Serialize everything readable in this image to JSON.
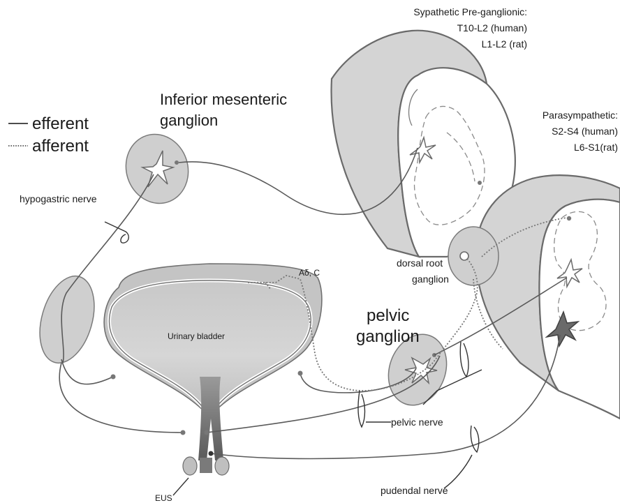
{
  "labels": {
    "sympathetic_line1": "Sypathetic Pre-ganglionic:",
    "sympathetic_line2": "T10-L2 (human)",
    "sympathetic_line3": "L1-L2 (rat)",
    "parasympathetic_line1": "Parasympathetic:",
    "parasympathetic_line2": "S2-S4 (human)",
    "parasympathetic_line3": "L6-S1(rat)",
    "inferior_mesenteric_line1": "Inferior mesenteric",
    "inferior_mesenteric_line2": "ganglion",
    "hypogastric_nerve": "hypogastric nerve",
    "dorsal_root_line1": "dorsal root",
    "dorsal_root_line2": "ganglion",
    "a_delta_c": "Aδ, C",
    "pelvic_ganglion_line1": "pelvic",
    "pelvic_ganglion_line2": "ganglion",
    "urinary_bladder": "Urinary bladder",
    "pelvic_nerve": "pelvic nerve",
    "pudendal_nerve": "pudendal nerve",
    "eus": "EUS"
  },
  "legend": {
    "efferent": "efferent",
    "afferent": "afferent"
  }
}
